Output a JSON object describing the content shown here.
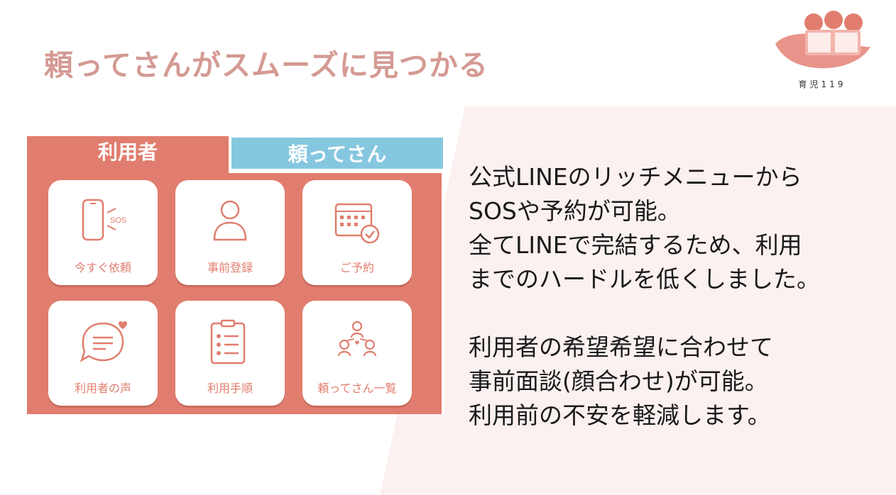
{
  "slide": {
    "title": "頼ってさんがスムーズに見つかる"
  },
  "logo": {
    "text": "育児119"
  },
  "rich_menu": {
    "tab_user": "利用者",
    "tab_helper": "頼ってさん",
    "tiles": [
      {
        "label": "今すぐ依頼",
        "icon": "phone-sos-icon",
        "icon_text": "SOS"
      },
      {
        "label": "事前登録",
        "icon": "person-icon"
      },
      {
        "label": "ご予約",
        "icon": "calendar-check-icon"
      },
      {
        "label": "利用者の声",
        "icon": "speech-bubble-heart-icon"
      },
      {
        "label": "利用手順",
        "icon": "clipboard-checklist-icon"
      },
      {
        "label": "頼ってさん一覧",
        "icon": "people-network-icon"
      }
    ]
  },
  "body": {
    "p1": [
      "公式LINEのリッチメニューから",
      "SOSや予約が可能。",
      "全てLINEで完結するため、利用",
      "までのハードルを低くしました。"
    ],
    "p2": [
      "利用者の希望希望に合わせて",
      "事前面談(顔合わせ)が可能。",
      "利用前の不安を軽減します。"
    ]
  },
  "colors": {
    "accent": "#e17d6e",
    "title": "#d49a93",
    "tab_helper": "#86c7e0",
    "panel_bg": "#fbf1f0"
  }
}
